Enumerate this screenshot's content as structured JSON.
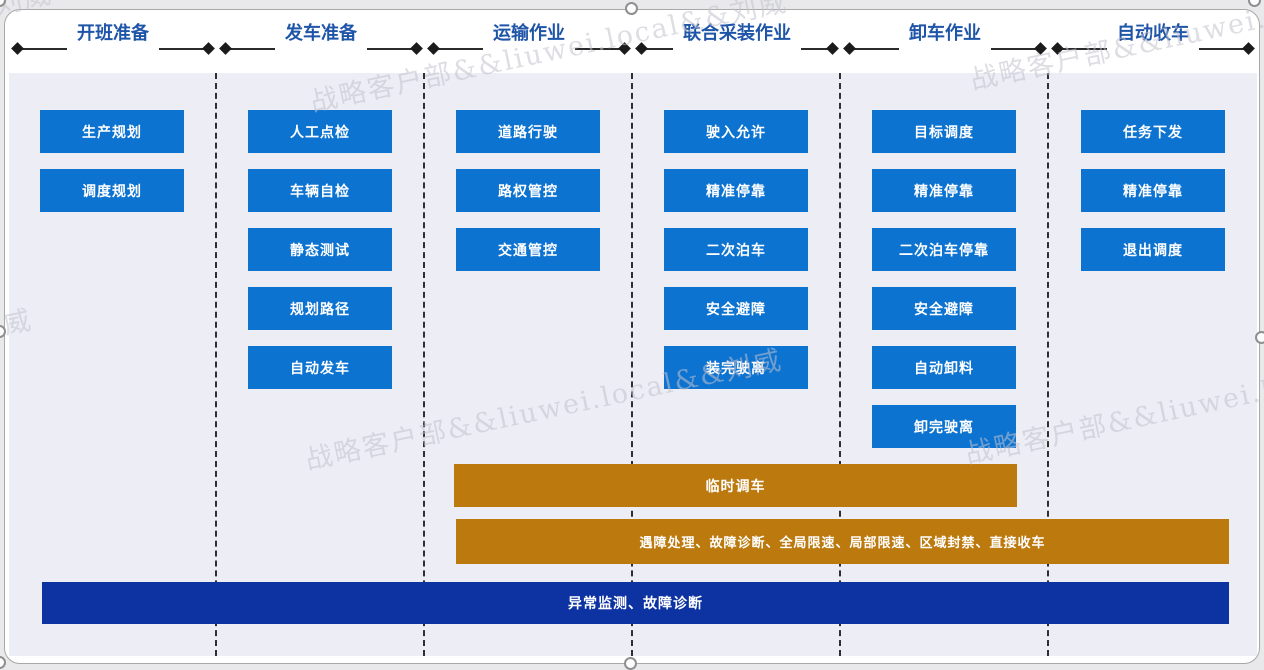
{
  "watermark": {
    "text": "战略客户部&&liuwei.local&&刘威"
  },
  "phases": [
    {
      "label": "开班准备",
      "tasks": [
        "生产规划",
        "调度规划"
      ]
    },
    {
      "label": "发车准备",
      "tasks": [
        "人工点检",
        "车辆自检",
        "静态测试",
        "规划路径",
        "自动发车"
      ]
    },
    {
      "label": "运输作业",
      "tasks": [
        "道路行驶",
        "路权管控",
        "交通管控"
      ]
    },
    {
      "label": "联合采装作业",
      "tasks": [
        "驶入允许",
        "精准停靠",
        "二次泊车",
        "安全避障",
        "装完驶离"
      ]
    },
    {
      "label": "卸车作业",
      "tasks": [
        "目标调度",
        "精准停靠",
        "二次泊车停靠",
        "安全避障",
        "自动卸料",
        "卸完驶离"
      ]
    },
    {
      "label": "自动收车",
      "tasks": [
        "任务下发",
        "精准停靠",
        "退出调度"
      ]
    }
  ],
  "overlay_bars": {
    "temporary_dispatch": {
      "label": "临时调车",
      "color": "#bc7a0e"
    },
    "exception_handling": {
      "label": "遇障处理、故障诊断、全局限速、局部限速、区域封禁、直接收车",
      "color": "#bc7a0e"
    },
    "monitoring": {
      "label": "异常监测、故障诊断",
      "color": "#0d33a3"
    }
  },
  "colors": {
    "task_box_blue": "#0d73d0",
    "phase_label_blue": "#1f55a8",
    "panel_background": "#ededf5",
    "orange_bar": "#bc7a0e",
    "dark_blue_bar": "#0d33a3"
  }
}
